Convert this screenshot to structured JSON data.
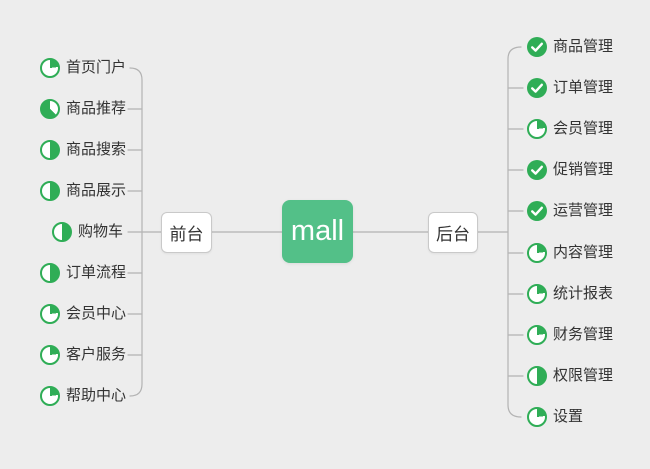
{
  "root": {
    "label": "mall"
  },
  "colors": {
    "background": "#ededed",
    "accent_green": "#2fad56",
    "root_node_green": "#53c088",
    "connector_gray": "#b3b3b3",
    "text_dark": "#333333"
  },
  "branches": {
    "front": {
      "label": "前台",
      "items": [
        {
          "label": "首页门户",
          "icon": "progress-25",
          "progress": "25%"
        },
        {
          "label": "商品推荐",
          "icon": "progress-60",
          "progress": "60%"
        },
        {
          "label": "商品搜索",
          "icon": "progress-50",
          "progress": "50%"
        },
        {
          "label": "商品展示",
          "icon": "progress-50",
          "progress": "50%"
        },
        {
          "label": "购物车",
          "icon": "progress-50",
          "progress": "50%"
        },
        {
          "label": "订单流程",
          "icon": "progress-50",
          "progress": "50%"
        },
        {
          "label": "会员中心",
          "icon": "progress-25",
          "progress": "25%"
        },
        {
          "label": "客户服务",
          "icon": "progress-25",
          "progress": "25%"
        },
        {
          "label": "帮助中心",
          "icon": "progress-25",
          "progress": "25%"
        }
      ]
    },
    "back": {
      "label": "后台",
      "items": [
        {
          "label": "商品管理",
          "icon": "done",
          "progress": "100%"
        },
        {
          "label": "订单管理",
          "icon": "done",
          "progress": "100%"
        },
        {
          "label": "会员管理",
          "icon": "progress-25",
          "progress": "25%"
        },
        {
          "label": "促销管理",
          "icon": "done",
          "progress": "100%"
        },
        {
          "label": "运营管理",
          "icon": "done",
          "progress": "100%"
        },
        {
          "label": "内容管理",
          "icon": "progress-25",
          "progress": "25%"
        },
        {
          "label": "统计报表",
          "icon": "progress-25",
          "progress": "25%"
        },
        {
          "label": "财务管理",
          "icon": "progress-25",
          "progress": "25%"
        },
        {
          "label": "权限管理",
          "icon": "progress-50",
          "progress": "50%"
        },
        {
          "label": "设置",
          "icon": "progress-25",
          "progress": "25%"
        }
      ]
    }
  }
}
